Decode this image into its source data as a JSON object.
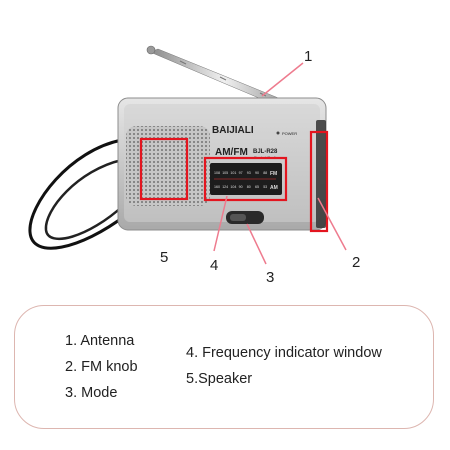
{
  "callouts": [
    "1",
    "2",
    "3",
    "4",
    "5"
  ],
  "radio": {
    "brand": "BAIJIALI",
    "band": "AM/FM",
    "model": "BJL-R28",
    "model_sub": "Pocket Radio",
    "power_label": "POWER",
    "fm_scale": [
      "108",
      "105",
      "101",
      "97",
      "93",
      "90",
      "88"
    ],
    "am_scale": [
      "160",
      "124",
      "104",
      "90",
      "80",
      "65",
      "53"
    ],
    "fm_band": "FM",
    "am_band": "AM"
  },
  "legend": [
    "1. Antenna",
    "2. FM knob",
    "3. Mode",
    "4. Frequency indicator window",
    "5.Speaker"
  ],
  "colors": {
    "highlight": "#e3151f",
    "leader": "#ee7b8e",
    "legend_border": "#ddb6b0",
    "body": "#c9c9c9"
  }
}
